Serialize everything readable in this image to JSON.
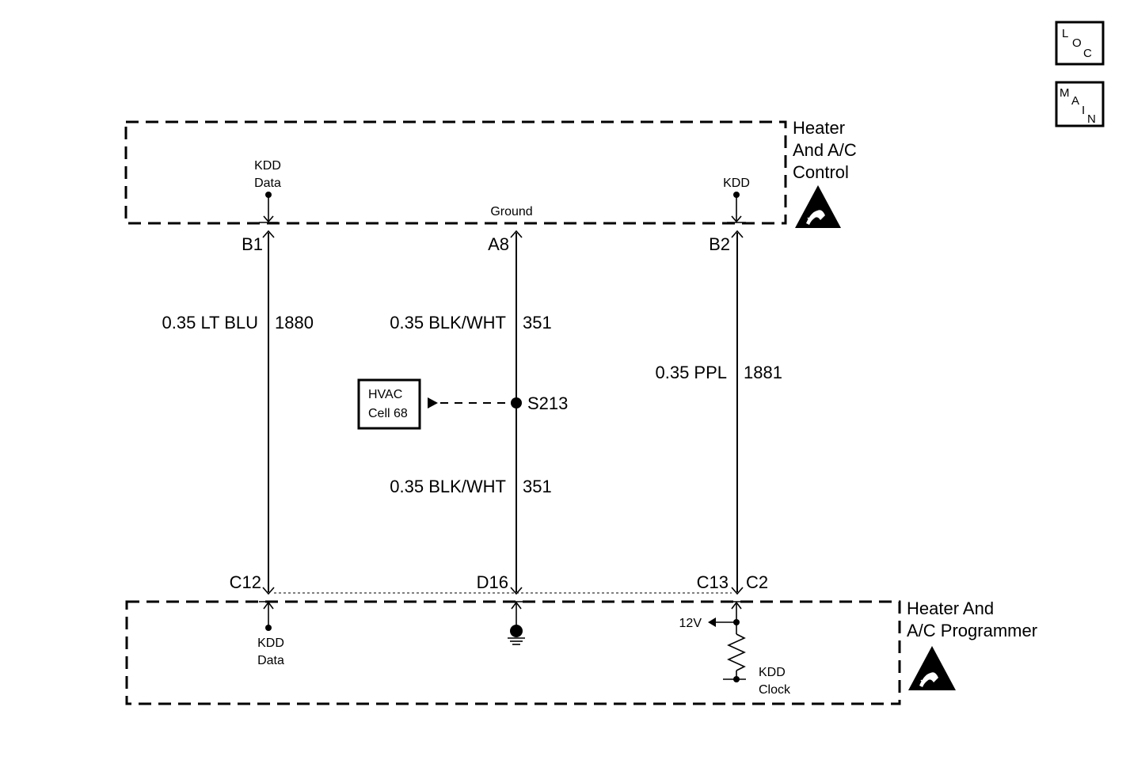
{
  "nav": {
    "loc": [
      "L",
      "O",
      "C"
    ],
    "main": [
      "M",
      "A",
      "I",
      "N"
    ]
  },
  "components": {
    "control": {
      "lines": [
        "Heater",
        "And A/C",
        "Control"
      ]
    },
    "programmer": {
      "lines": [
        "Heater And",
        "A/C Programmer"
      ]
    }
  },
  "pin_labels": {
    "kdd_data_top": [
      "KDD",
      "Data"
    ],
    "ground": "Ground",
    "kdd_top_right": "KDD",
    "kdd_data_bottom": [
      "KDD",
      "Data"
    ],
    "voltage": "12V",
    "kdd_clock": [
      "KDD",
      "Clock"
    ]
  },
  "connectors": {
    "b1": "B1",
    "a8": "A8",
    "b2": "B2",
    "c12": "C12",
    "d16": "D16",
    "c13": "C13",
    "c2": "C2"
  },
  "wires": {
    "lt_blu": {
      "gauge_color": "0.35 LT BLU",
      "circuit": "1880"
    },
    "blk_wht_upper": {
      "gauge_color": "0.35 BLK/WHT",
      "circuit": "351"
    },
    "ppl": {
      "gauge_color": "0.35 PPL",
      "circuit": "1881"
    },
    "blk_wht_lower": {
      "gauge_color": "0.35 BLK/WHT",
      "circuit": "351"
    }
  },
  "splice": {
    "id": "S213"
  },
  "reference": {
    "lines": [
      "HVAC",
      "Cell 68"
    ]
  }
}
